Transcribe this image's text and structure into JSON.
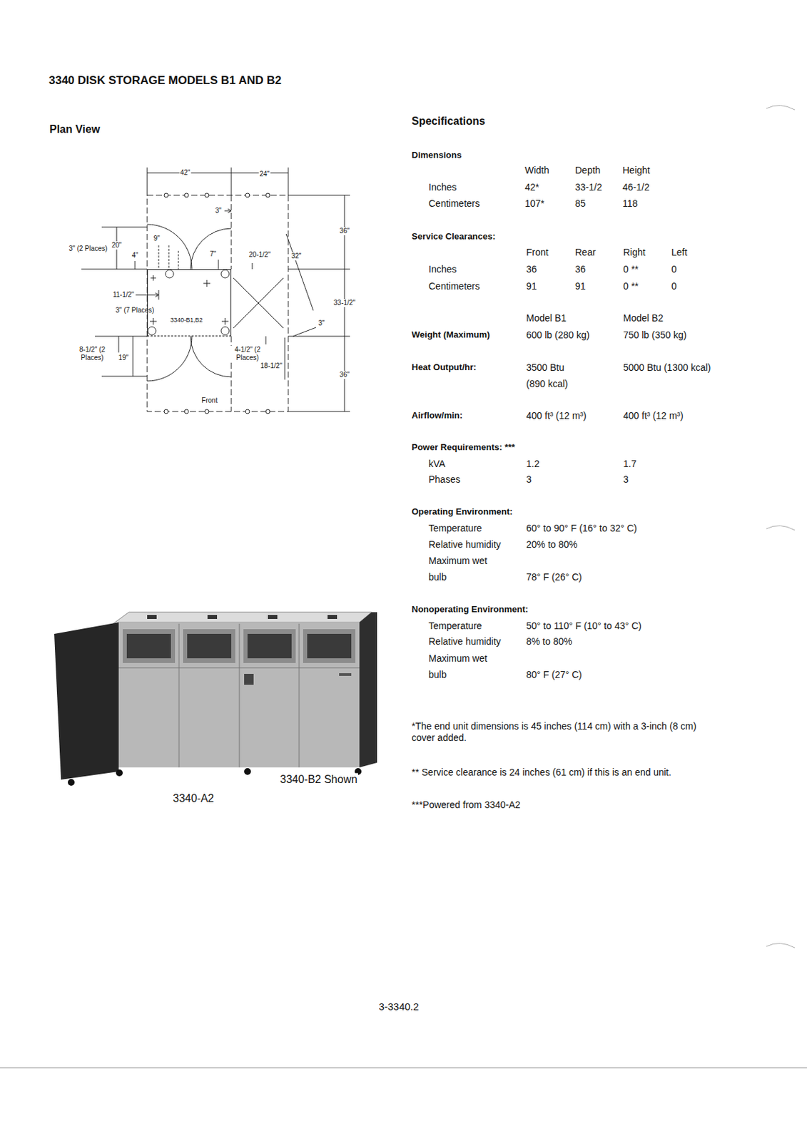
{
  "diagram": {
    "title": "3340 DISK STORAGE MODELS B1 AND B2",
    "nodes": [
      {
        "text": [
          "3340-B1,B2"
        ]
      }
    ],
    "labels": [
      "42\"",
      "24\"",
      "3\"",
      "36\"",
      "3\" (2 Places)",
      "20\"",
      "4\"",
      "9\"",
      "7\"",
      "20-1/2\"",
      "32\"",
      "11-1/2\"",
      "3\" (7 Places)",
      "33-1/2\"",
      "3\"",
      "8-1/2\" (2 Places)",
      "19\"",
      "4-1/2\" (2 Places)",
      "18-1/2\"",
      "36\"",
      "Front",
      "Plan View",
      "Specifications",
      "Dimensions",
      "Width",
      "Depth",
      "Height",
      "Inches",
      "42*",
      "33-1/2",
      "46-1/2",
      "Centimeters",
      "107*",
      "85",
      "118",
      "Service Clearances:",
      "Front",
      "Rear",
      "Right",
      "Left",
      "Inches",
      "36",
      "36",
      "0 **",
      "0",
      "Centimeters",
      "91",
      "91",
      "0 **",
      "0",
      "Model B1",
      "Model B2",
      "Weight (Maximum)",
      "600 lb (280 kg)",
      "750 lb (350 kg)",
      "Heat Output/hr:",
      "3500 Btu",
      "(890 kcal)",
      "5000 Btu (1300 kcal)",
      "Airflow/min:",
      "400 ft³ (12 m³)",
      "400 ft³ (12 m³)",
      "Power Requirements: ***",
      "kVA",
      "1.2",
      "1.7",
      "Phases",
      "3",
      "3",
      "Operating Environment:",
      "Temperature",
      "60° to 90° F (16° to 32° C)",
      "Relative humidity",
      "20% to 80%",
      "Maximum wet",
      "bulb",
      "78° F (26° C)",
      "Nonoperating Environment:",
      "Temperature",
      "50° to 110° F (10° to 43° C)",
      "Relative humidity",
      "8% to 80%",
      "Maximum wet",
      "bulb",
      "80° F (27° C)",
      "*The end unit dimensions is 45 inches (114 cm) with a 3-inch (8 cm) cover added.",
      "** Service clearance is 24 inches (61 cm) if this is an end unit.",
      "***Powered from 3340-A2",
      "3340-B2 Shown",
      "3340-A2",
      "3-3340.2"
    ]
  }
}
